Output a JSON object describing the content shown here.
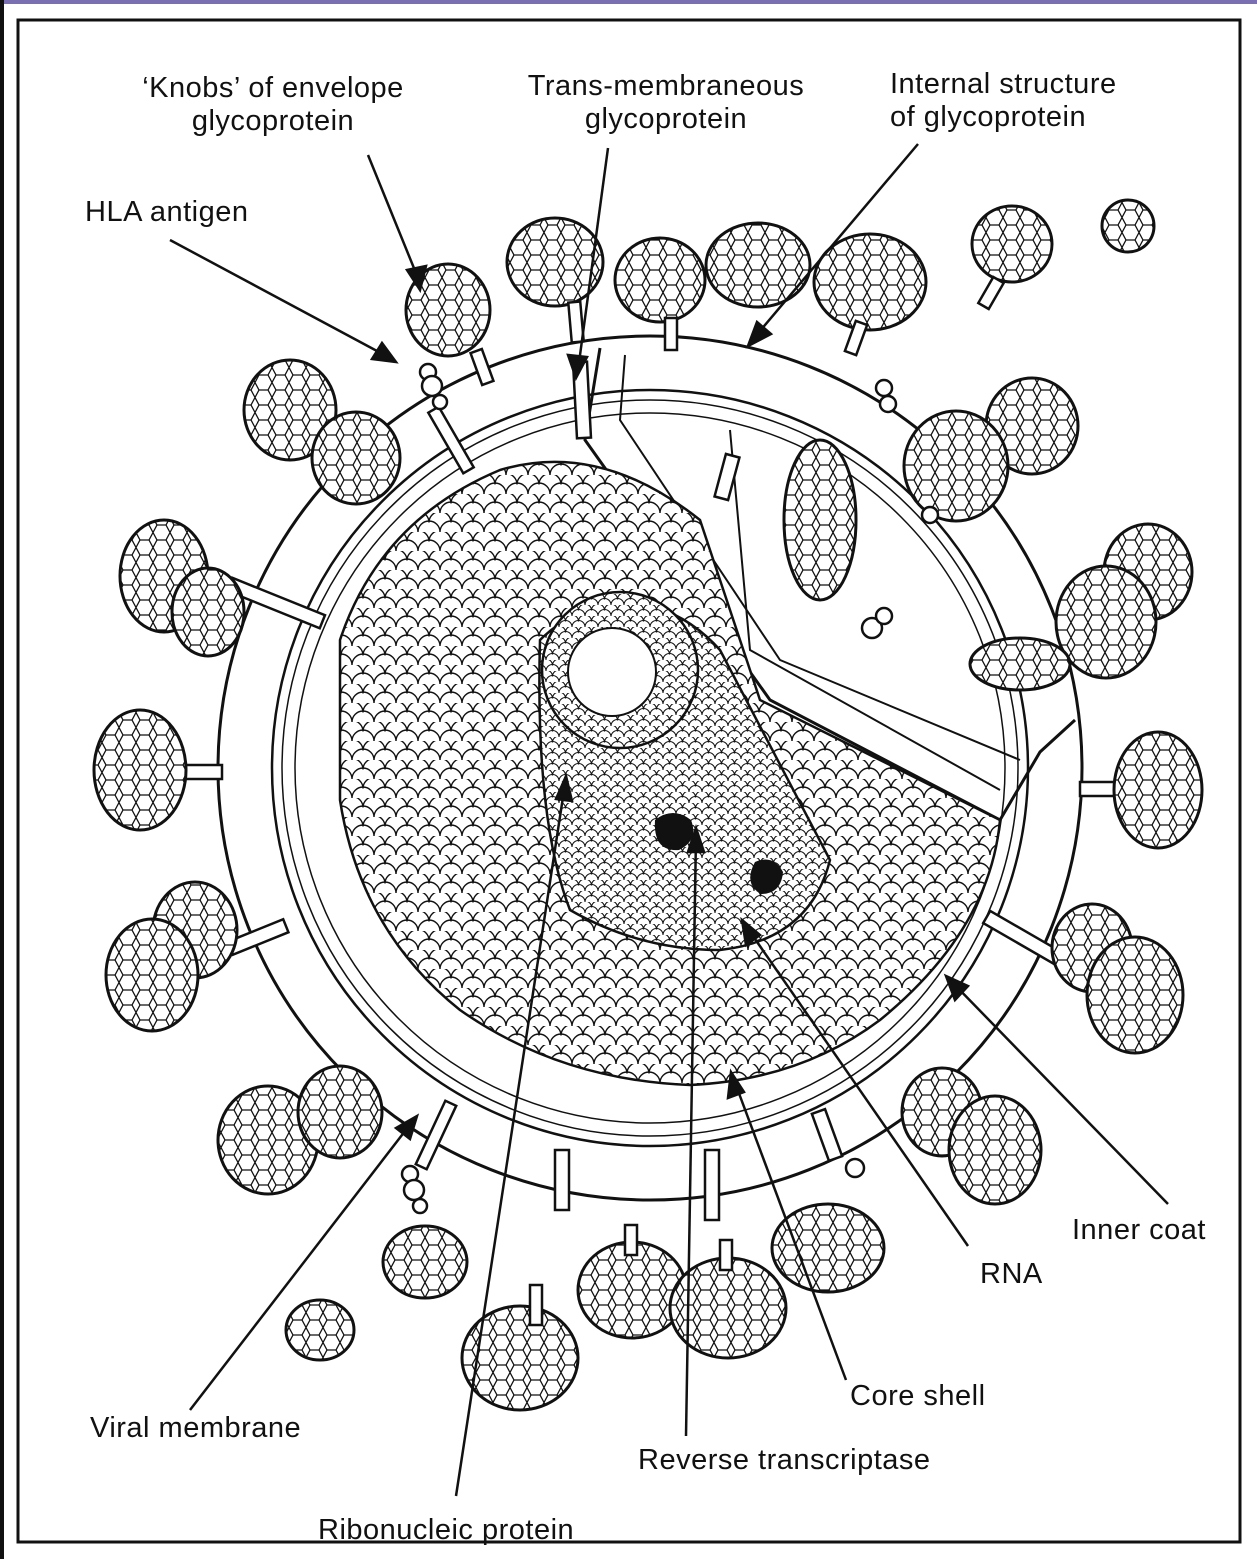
{
  "diagram": {
    "labels": {
      "knobs": [
        "‘Knobs’ of envelope",
        "glycoprotein"
      ],
      "trans_membraneous": [
        "Trans-membraneous",
        "glycoprotein"
      ],
      "internal_structure": [
        "Internal structure",
        "of glycoprotein"
      ],
      "hla_antigen": "HLA antigen",
      "inner_coat": "Inner coat",
      "rna": "RNA",
      "core_shell": "Core shell",
      "reverse_transcriptase": "Reverse transcriptase",
      "viral_membrane": "Viral membrane",
      "ribonucleic_protein": "Ribonucleic protein"
    },
    "colors": {
      "ink": "#111111",
      "paper": "#ffffff",
      "frame_top": "#7a6fb0",
      "frame_left": "#111111"
    }
  }
}
